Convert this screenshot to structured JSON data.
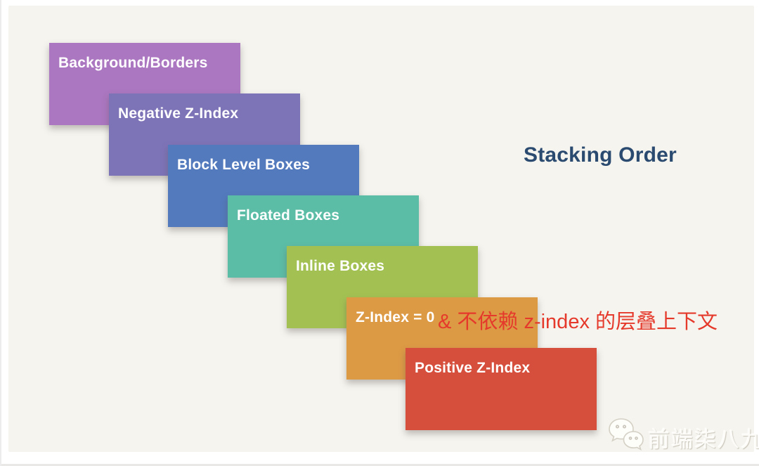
{
  "page": {
    "background_color": "#ffffff",
    "panel_color": "#f5f4ee"
  },
  "title": {
    "text": "Stacking Order",
    "color": "#2b4a70"
  },
  "stack": {
    "boxes": [
      {
        "label": "Background/Borders",
        "color": "#ab77c0"
      },
      {
        "label": "Negative Z-Index",
        "color": "#7d73b7"
      },
      {
        "label": "Block Level Boxes",
        "color": "#527abd"
      },
      {
        "label": "Floated Boxes",
        "color": "#5cbda6"
      },
      {
        "label": "Inline Boxes",
        "color": "#a3c153"
      },
      {
        "label": "Z-Index = 0",
        "color": "#dd9a45"
      },
      {
        "label": "Positive Z-Index",
        "color": "#d54f3c"
      }
    ]
  },
  "annotation": {
    "text": "& 不依赖 z-index 的层叠上下文",
    "color": "#e5392b"
  },
  "watermark": {
    "text": "前端柒八九",
    "icon": "wechat-icon"
  }
}
